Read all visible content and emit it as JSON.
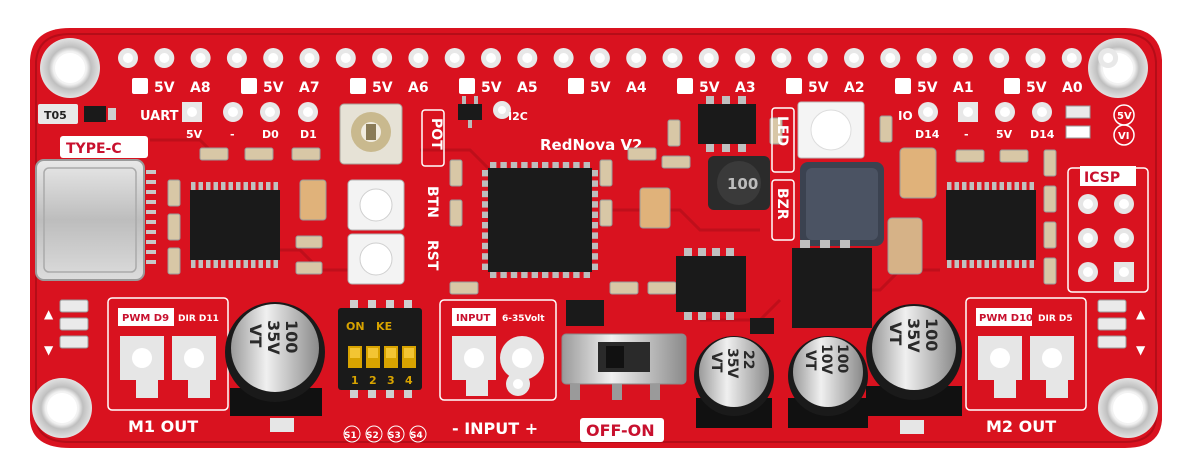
{
  "board": {
    "name": "RedNova V2",
    "top_labels": [
      "5V",
      "A8",
      "5V",
      "A7",
      "5V",
      "A6",
      "5V",
      "A5",
      "5V",
      "A4",
      "5V",
      "A3",
      "5V",
      "A2",
      "5V",
      "A1",
      "5V",
      "A0"
    ],
    "uart": "UART",
    "uart_pins": [
      "5V",
      "-",
      "D0",
      "D1"
    ],
    "i2c": "I2C",
    "io": "IO",
    "io_pins": [
      "D14",
      "-",
      "5V",
      "D14"
    ],
    "t05": "T05",
    "type_c": "TYPE-C",
    "pot": "POT",
    "btn": "BTN",
    "rst": "RST",
    "led": "LED",
    "bzr": "BZR",
    "icsp": "ICSP",
    "led_5v": "5V",
    "led_vi": "VI",
    "inductor": "100",
    "pwm_left": "PWM D9",
    "dir_left": "DIR D11",
    "pwm_right": "PWM D10",
    "dir_right": "DIR D5",
    "m1_out": "M1 OUT",
    "m2_out": "M2 OUT",
    "input_box": "INPUT",
    "input_range": "6-35Volt",
    "input_label": "- INPUT +",
    "off_on": "OFF-ON",
    "dip_top": "ON   KE",
    "dip_nums": [
      "1",
      "2",
      "3",
      "4"
    ],
    "dip_switches": [
      "S1",
      "S2",
      "S3",
      "S4"
    ],
    "cap_left": [
      "100",
      "35V",
      "VT"
    ],
    "cap_mid1": [
      "22",
      "35V",
      "VT"
    ],
    "cap_mid2": [
      "100",
      "10V",
      "VT"
    ],
    "cap_right": [
      "100",
      "35V",
      "VT"
    ]
  }
}
